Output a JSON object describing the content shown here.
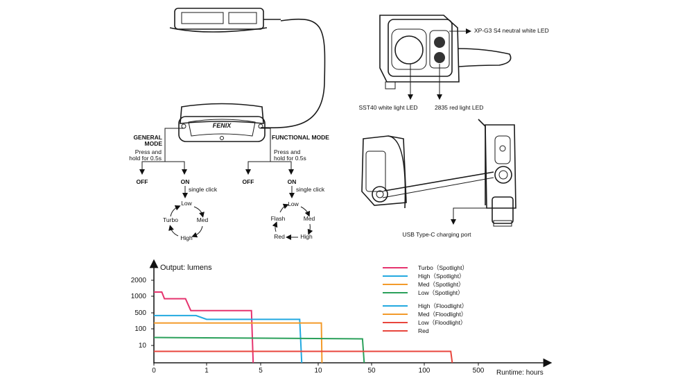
{
  "diagram": {
    "led_labels": {
      "xpg3": "XP-G3 S4 neutral white LED",
      "sst40": "SST40 white light LED",
      "red2835": "2835 red light LED",
      "usb": "USB Type-C charging port"
    },
    "brand": "FENIX",
    "general_mode": {
      "title_line1": "GENERAL",
      "title_line2": "MODE",
      "press_line1": "Press and",
      "press_line2": "hold for 0.5s",
      "off": "OFF",
      "on": "ON",
      "single_click": "single click",
      "cycle": [
        "Low",
        "Med",
        "High",
        "Turbo"
      ]
    },
    "functional_mode": {
      "title": "FUNCTIONAL MODE",
      "press_line1": "Press and",
      "press_line2": "hold for 0.5s",
      "off": "OFF",
      "on": "ON",
      "single_click": "single click",
      "cycle": [
        "Low",
        "Med",
        "High",
        "Red",
        "Flash"
      ]
    }
  },
  "chart_data": {
    "type": "line",
    "ylabel": "Output: lumens",
    "xlabel": "Runtime: hours",
    "y_ticks": [
      "10",
      "100",
      "500",
      "1000",
      "2000"
    ],
    "x_ticks": [
      "0",
      "1",
      "5",
      "10",
      "50",
      "100",
      "500"
    ],
    "series": [
      {
        "name": "Turbo（Spotlight）",
        "color": "#e5336e",
        "points": [
          [
            0,
            1200
          ],
          [
            0.15,
            1200
          ],
          [
            0.2,
            900
          ],
          [
            0.6,
            900
          ],
          [
            0.7,
            550
          ],
          [
            3.8,
            550
          ],
          [
            4.0,
            0
          ]
        ]
      },
      {
        "name": "High（Spotlight）",
        "color": "#22a9e0",
        "points": [
          [
            0,
            380
          ],
          [
            0.8,
            380
          ],
          [
            1.0,
            260
          ],
          [
            8.0,
            260
          ],
          [
            8.2,
            0
          ]
        ]
      },
      {
        "name": "Med（Spotlight）",
        "color": "#f39a2a",
        "points": [
          [
            0,
            180
          ],
          [
            11.0,
            180
          ],
          [
            11.2,
            0
          ]
        ]
      },
      {
        "name": "Low（Spotlight）",
        "color": "#2aa05a",
        "points": [
          [
            0,
            30
          ],
          [
            38,
            25
          ],
          [
            40,
            0
          ]
        ]
      },
      {
        "name": "High（Floodlight）",
        "color": "#22a9e0",
        "points": []
      },
      {
        "name": "Med（Floodlight）",
        "color": "#f39a2a",
        "points": []
      },
      {
        "name": "Low（Floodlight）",
        "color": "#e8453c",
        "points": []
      },
      {
        "name": "Red",
        "color": "#e8453c",
        "points": [
          [
            0,
            5
          ],
          [
            220,
            5
          ],
          [
            230,
            0
          ]
        ]
      }
    ]
  }
}
